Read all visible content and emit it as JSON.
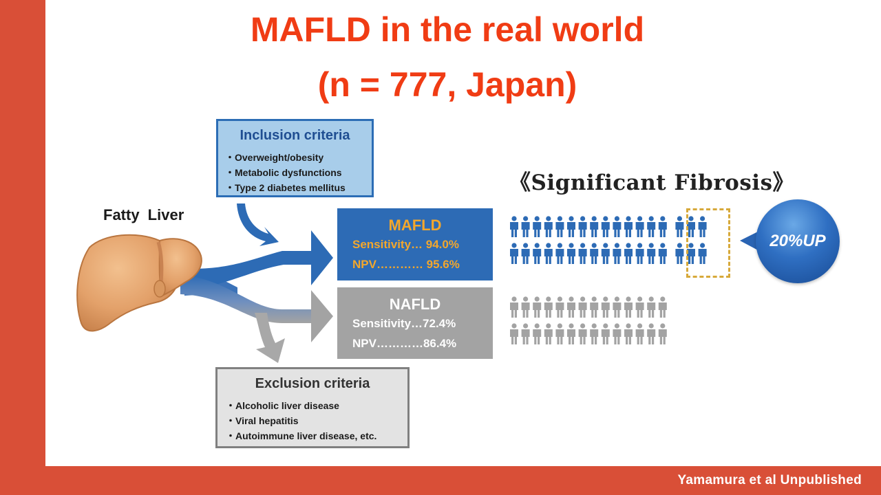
{
  "title": {
    "line1": "MAFLD in the real world",
    "line2": "(n = 777, Japan)"
  },
  "fatty_liver_label": "Fatty  Liver",
  "inclusion": {
    "title": "Inclusion criteria",
    "items": [
      "Overweight/obesity",
      "Metabolic dysfunctions",
      "Type 2 diabetes mellitus"
    ]
  },
  "exclusion": {
    "title": "Exclusion criteria",
    "items": [
      "Alcoholic liver disease",
      "Viral hepatitis",
      "Autoimmune liver disease, etc."
    ]
  },
  "mafld": {
    "label": "MAFLD",
    "sensitivity": "Sensitivity… 94.0%",
    "npv": "NPV………… 95.6%"
  },
  "nafld": {
    "label": "NAFLD",
    "sensitivity": "Sensitivity…72.4%",
    "npv": "NPV…………86.4%"
  },
  "fibrosis_title": "《Significant Fibrosis》",
  "callout": "20%UP",
  "footer": "Yamamura et al Unpublished",
  "colors": {
    "accent_red": "#d94f37",
    "title_red": "#f03c14",
    "mafld_blue": "#2d6bb5",
    "nafld_gray": "#a3a3a3",
    "highlight_gold": "#d7a93a"
  },
  "pictogram": {
    "mafld_per_row": 17,
    "nafld_per_row": 14,
    "rows": 2,
    "highlighted_per_row": 3
  }
}
